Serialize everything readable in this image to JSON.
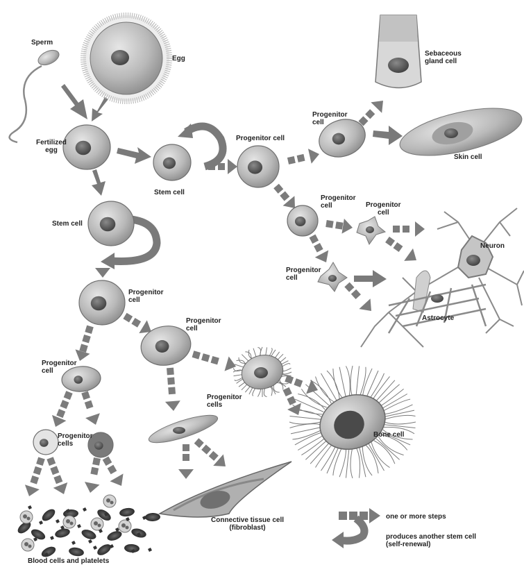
{
  "labels": {
    "sperm": "Sperm",
    "egg": "Egg",
    "fertilized_egg": "Fertilized\negg",
    "stem_cell_top": "Stem cell",
    "progenitor_top": "Progenitor cell",
    "progenitor_skin": "Progenitor\ncell",
    "sebaceous": "Sebaceous\ngland cell",
    "skin_cell": "Skin cell",
    "stem_cell_left": "Stem cell",
    "progenitor_neural": "Progenitor\ncell",
    "progenitor_neuron": "Progenitor\ncell",
    "neuron": "Neuron",
    "progenitor_astro": "Progenitor\ncell",
    "astrocyte": "Astrocyte",
    "progenitor_mid": "Progenitor\ncell",
    "progenitor_conn": "Progenitor\ncell",
    "progenitor_blood": "Progenitor\ncell",
    "progenitor_cells_bone": "Progenitor\ncells",
    "progenitor_cells_blood": "Progenitor\ncells",
    "bone_cell": "Bone cell",
    "connective": "Connective tissue cell\n(fibroblast)",
    "blood": "Blood cells and platelets"
  },
  "legend": {
    "steps": "one or more steps",
    "renewal": "produces another stem cell\n(self-renewal)"
  },
  "colors": {
    "cell_fill": "#bdbdbd",
    "cell_edge": "#6f6f6f",
    "nucleus": "#5c5c5c",
    "arrow": "#7a7a7a",
    "text": "#222222"
  }
}
